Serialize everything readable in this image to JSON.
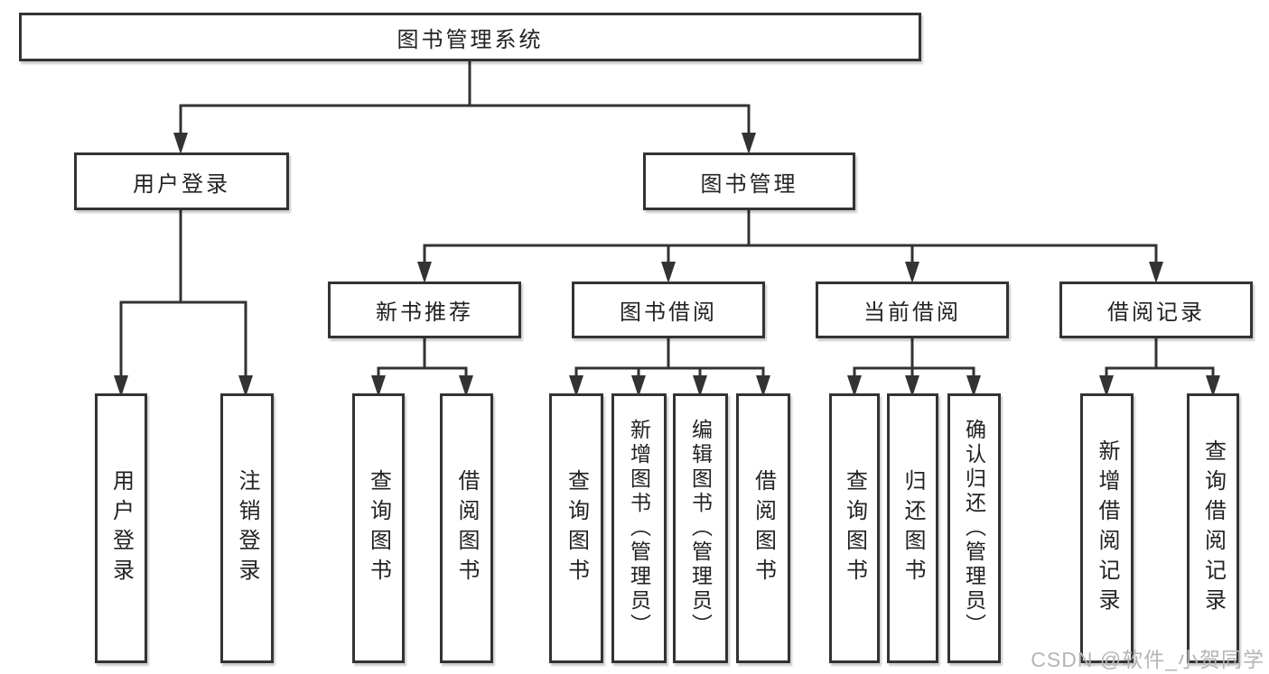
{
  "diagram_type": "hierarchy-org-chart",
  "colors": {
    "line": "#333333",
    "box_border": "#333333",
    "box_fill": "#ffffff",
    "text": "#222222",
    "watermark": "#b5b5b5"
  },
  "tree": {
    "label": "图书管理系统",
    "children": [
      {
        "label": "用户登录",
        "children": [
          {
            "label": "用户登录"
          },
          {
            "label": "注销登录"
          }
        ]
      },
      {
        "label": "图书管理",
        "children": [
          {
            "label": "新书推荐",
            "children": [
              {
                "label": "查询图书"
              },
              {
                "label": "借阅图书"
              }
            ]
          },
          {
            "label": "图书借阅",
            "children": [
              {
                "label": "查询图书"
              },
              {
                "label": "新增图书（管理员）"
              },
              {
                "label": "编辑图书（管理员）"
              },
              {
                "label": "借阅图书"
              }
            ]
          },
          {
            "label": "当前借阅",
            "children": [
              {
                "label": "查询图书"
              },
              {
                "label": "归还图书"
              },
              {
                "label": "确认归还（管理员）"
              }
            ]
          },
          {
            "label": "借阅记录",
            "children": [
              {
                "label": "新增借阅记录"
              },
              {
                "label": "查询借阅记录"
              }
            ]
          }
        ]
      }
    ]
  },
  "watermark": "CSDN @软件_小贺同学"
}
